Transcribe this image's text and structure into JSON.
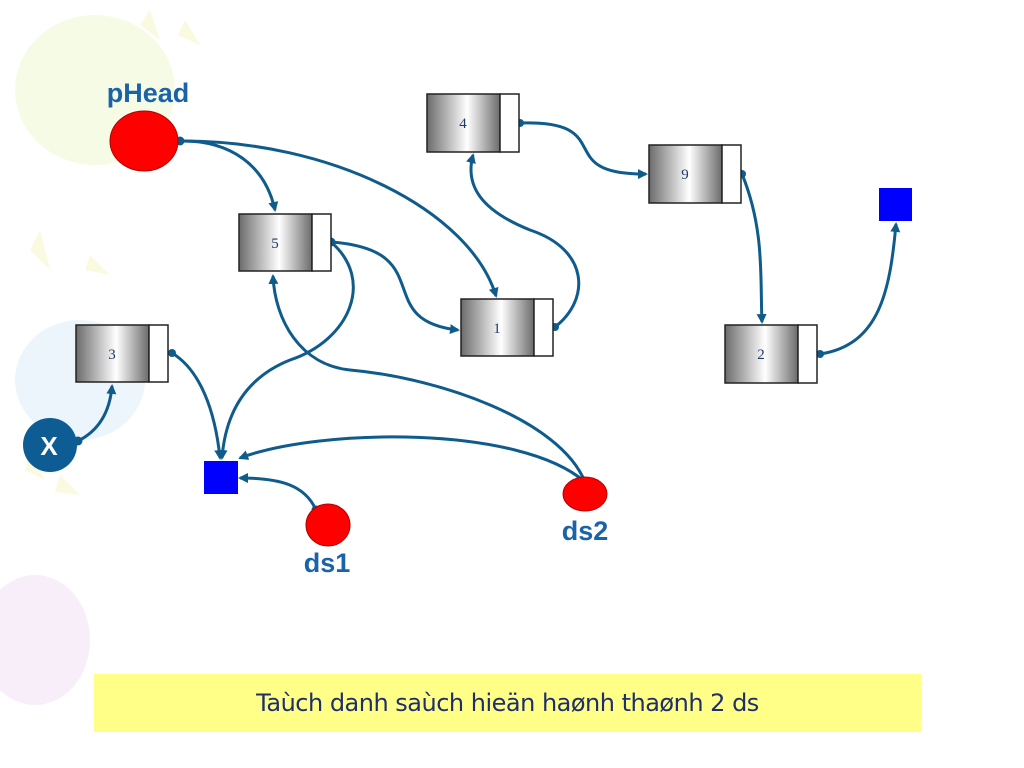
{
  "colors": {
    "pointer_fill": "#ff0000",
    "null_fill": "#0000ff",
    "link_color": "#0f5c8c",
    "caption_bg": "#ffff88",
    "label_color": "#1b63a8"
  },
  "pointers": {
    "phead": "pHead",
    "ds1": "ds1",
    "ds2": "ds2",
    "x": "X"
  },
  "nodes": [
    {
      "id": "n5",
      "value": "5"
    },
    {
      "id": "n1",
      "value": "1"
    },
    {
      "id": "n4",
      "value": "4"
    },
    {
      "id": "n9",
      "value": "9"
    },
    {
      "id": "n2",
      "value": "2"
    },
    {
      "id": "n3",
      "value": "3"
    }
  ],
  "caption": "Taùch danh saùch hieän haønh thaønh 2 ds"
}
